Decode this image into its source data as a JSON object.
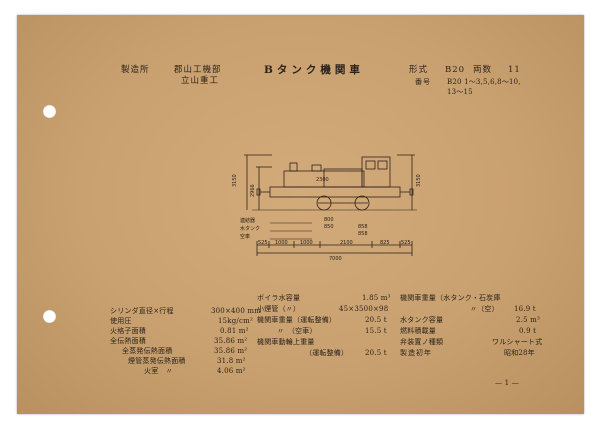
{
  "header": {
    "maker_label": "製造所",
    "maker_1": "郡山工機部",
    "maker_2": "立山重工",
    "title": "Bタンク機関車",
    "type_label": "形式",
    "type_value": "B20",
    "count_label": "両数",
    "count_value": "11",
    "number_label": "番号",
    "number_value_1": "B20 1～3,5,6,8～10,",
    "number_value_2": "13～15"
  },
  "diagram": {
    "h_overall": "3150",
    "h_body": "2966",
    "h_right": "3150",
    "label_1": "連結器",
    "label_2": "水タンク",
    "label_3": "空車",
    "w_1": "525",
    "w_2": "1000",
    "w_3": "1000",
    "w_4": "2100",
    "w_5": "825",
    "w_6": "525",
    "w_total": "7000",
    "d_1": "2300",
    "d_2": "800",
    "d_3": "850",
    "d_4": "858",
    "d_5": "858"
  },
  "specs": {
    "col1": [
      {
        "label": "シリンダ直径×行程",
        "value": "300×400 mm"
      },
      {
        "label": "使用圧",
        "value": "15kg/cm²"
      },
      {
        "label": "火格子面積",
        "value": "0.81 m²"
      },
      {
        "label": "全伝熱面積",
        "value": "35.86 m²"
      },
      {
        "label": "全蒸発伝熱面積",
        "value": "35.86 m²"
      },
      {
        "label": "煙管蒸発伝熱面積",
        "value": "31.8 m²"
      },
      {
        "label": "火室　〃",
        "value": "4.06 m²"
      }
    ],
    "col2": [
      {
        "label": "ボイラ水容量",
        "value": "1.85 m³"
      },
      {
        "label": "小煙管（〃）",
        "value": "45×3500×98"
      },
      {
        "label": "機関車重量（運転整備）",
        "value": "20.5 t"
      },
      {
        "label": "〃　（空車）",
        "value": "15.5 t"
      },
      {
        "label": "機関車動輪上重量",
        "value": ""
      },
      {
        "label": "（運転整備）",
        "value": "20.5 t"
      }
    ],
    "col3": [
      {
        "label": "機関車重量（水タンク・石炭庫",
        "value": ""
      },
      {
        "label": "〃（空）",
        "value": "16.9 t"
      },
      {
        "label": "水タンク容量",
        "value": "2.5 m³"
      },
      {
        "label": "燃料積載量",
        "value": "0.9 t"
      },
      {
        "label": "弁装置ノ種類",
        "value": "ワルシャート式"
      },
      {
        "label": "製造初年",
        "value": "昭和28年"
      }
    ]
  },
  "footer": {
    "page": "— 1 —"
  }
}
